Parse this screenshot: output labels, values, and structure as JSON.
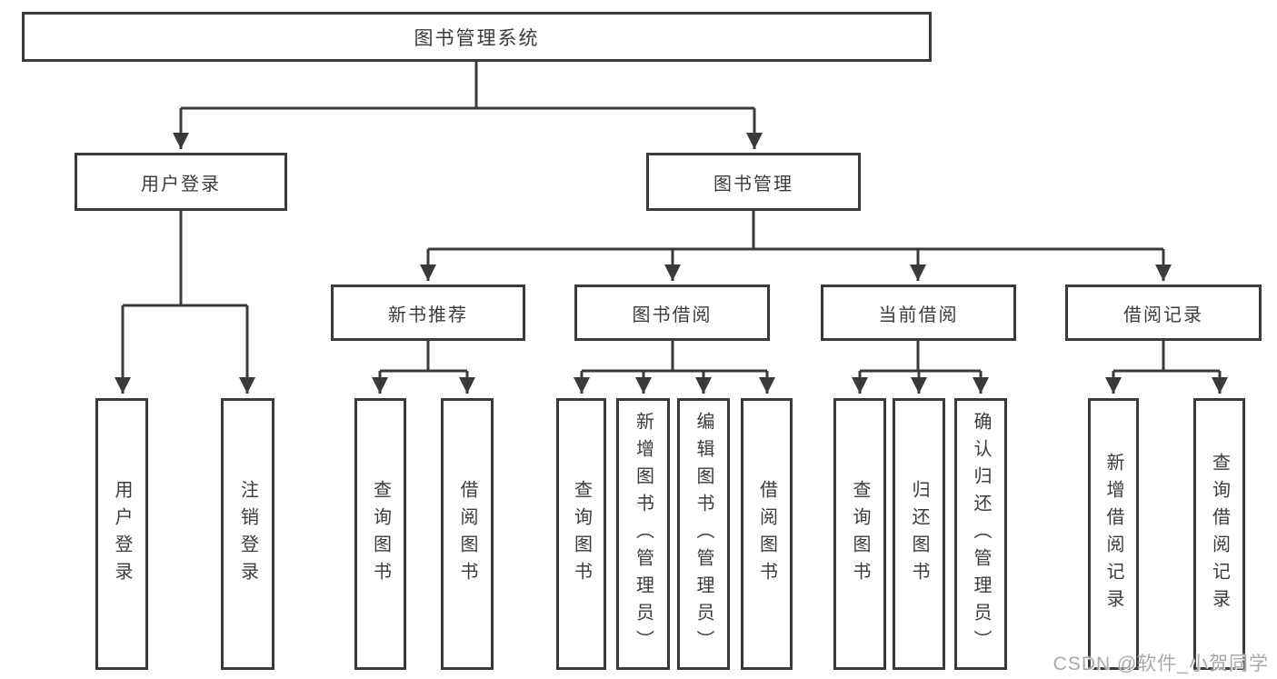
{
  "diagram": {
    "root": {
      "label": "图书管理系统"
    },
    "branches": [
      {
        "label": "用户登录",
        "children": [
          {
            "label": "用户登录"
          },
          {
            "label": "注销登录"
          }
        ]
      },
      {
        "label": "图书管理",
        "children": [
          {
            "label": "新书推荐",
            "children": [
              {
                "label": "查询图书"
              },
              {
                "label": "借阅图书"
              }
            ]
          },
          {
            "label": "图书借阅",
            "children": [
              {
                "label": "查询图书"
              },
              {
                "label": "新增图书（管理员）"
              },
              {
                "label": "编辑图书（管理员）"
              },
              {
                "label": "借阅图书"
              }
            ]
          },
          {
            "label": "当前借阅",
            "children": [
              {
                "label": "查询图书"
              },
              {
                "label": "归还图书"
              },
              {
                "label": "确认归还（管理员）"
              }
            ]
          },
          {
            "label": "借阅记录",
            "children": [
              {
                "label": "新增借阅记录"
              },
              {
                "label": "查询借阅记录"
              }
            ]
          }
        ]
      }
    ]
  },
  "watermark": {
    "text": "CSDN @软件_小贺同学"
  },
  "colors": {
    "line": "#3a3a3a",
    "text": "#3c3c40",
    "watermark_color": "#a9a9a9",
    "background": "#ffffff"
  }
}
